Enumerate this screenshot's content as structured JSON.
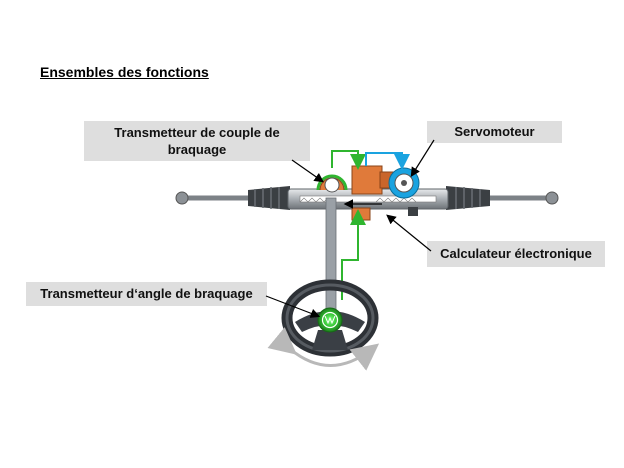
{
  "title": "Ensembles des fonctions",
  "labels": {
    "torque_sender": "Transmetteur de couple de braquage",
    "servomotor": "Servomoteur",
    "ecu": "Calculateur électronique",
    "angle_sender": "Transmetteur d‘angle de braquage"
  },
  "colors": {
    "label_bg": "#dedede",
    "signal_green": "#2fb52f",
    "signal_blue": "#1aa3e0",
    "ecu_orange": "#e07a3a",
    "wheel_dark": "#3a3f45",
    "rack_grey": "#9aa0a6"
  }
}
